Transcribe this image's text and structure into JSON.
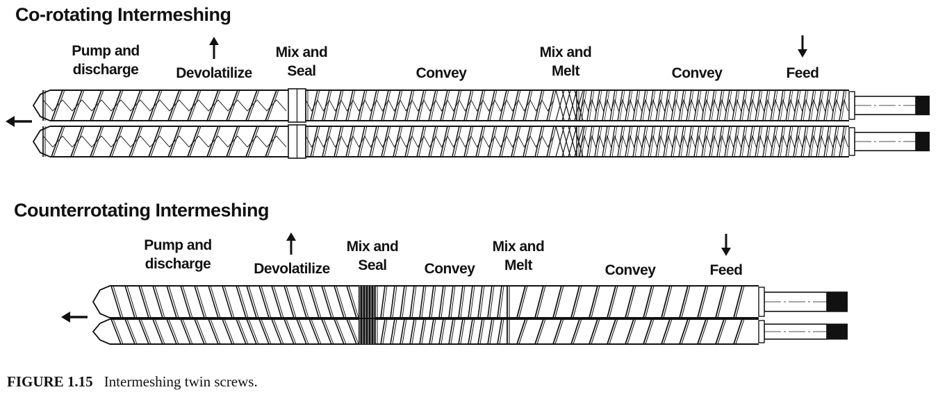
{
  "colors": {
    "ink": "#111111",
    "paper": "#ffffff"
  },
  "sections": [
    {
      "title": "Co-rotating Intermeshing",
      "labels": {
        "pump": [
          "Pump and",
          "discharge"
        ],
        "devol": "Devolatilize",
        "mixseal": [
          "Mix and",
          "Seal"
        ],
        "convey1": "Convey",
        "mixmelt": [
          "Mix and",
          "Melt"
        ],
        "convey2": "Convey",
        "feed": "Feed"
      }
    },
    {
      "title": "Counterrotating Intermeshing",
      "labels": {
        "pump": [
          "Pump and",
          "discharge"
        ],
        "devol": "Devolatilize",
        "mixseal": [
          "Mix and",
          "Seal"
        ],
        "convey1": "Convey",
        "mixmelt": [
          "Mix and",
          "Melt"
        ],
        "convey2": "Convey",
        "feed": "Feed"
      }
    }
  ],
  "caption": {
    "number": "FIGURE 1.15",
    "text": "Intermeshing twin screws."
  }
}
